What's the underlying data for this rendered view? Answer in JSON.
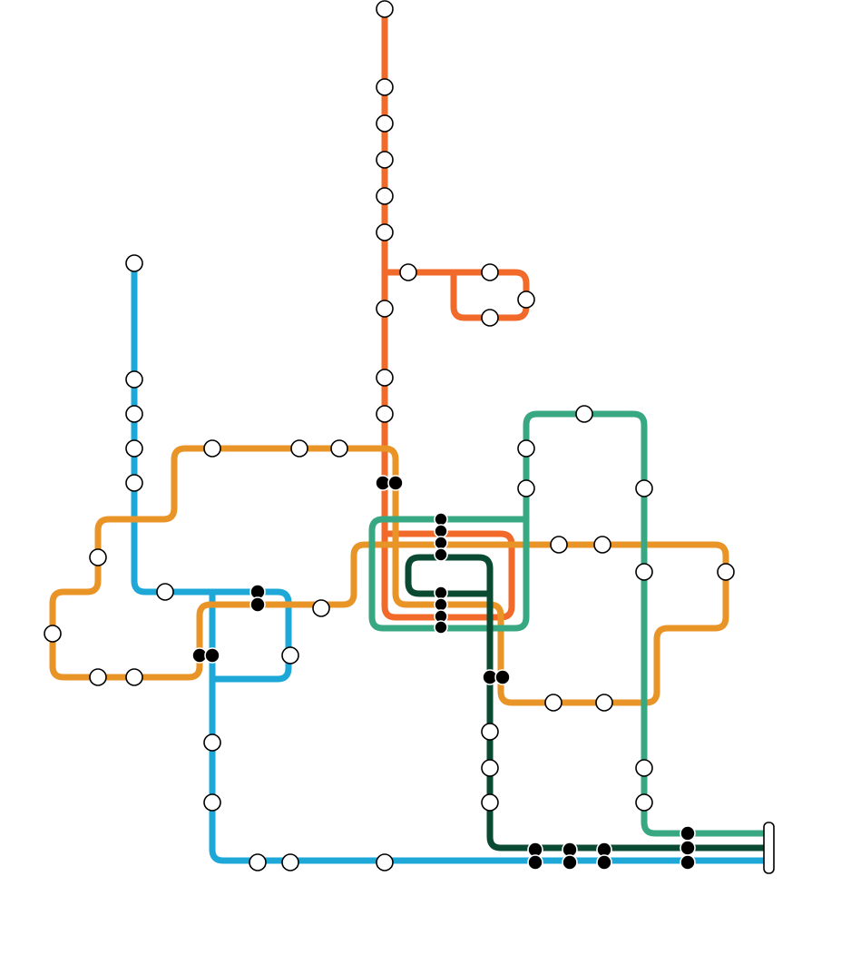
{
  "map": {
    "type": "transit-network-diagram",
    "background": "#ffffff",
    "lines": [
      {
        "id": "blue",
        "color": "#1ea8d8"
      },
      {
        "id": "orange-red",
        "color": "#f26a2a"
      },
      {
        "id": "orange",
        "color": "#e99426"
      },
      {
        "id": "teal",
        "color": "#38a882"
      },
      {
        "id": "dark-green",
        "color": "#0b4a32"
      }
    ],
    "station_style": {
      "regular_fill": "#ffffff",
      "interchange_fill": "#000000",
      "outline": "#000000"
    }
  }
}
